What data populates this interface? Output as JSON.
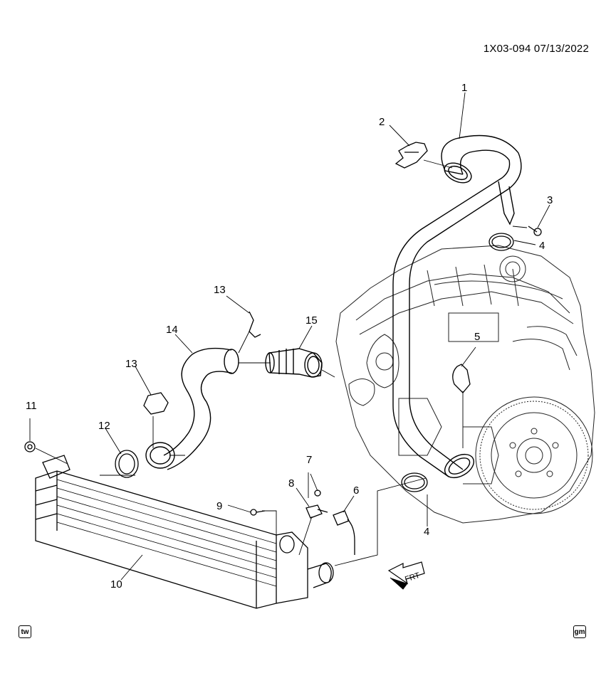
{
  "header": {
    "document_id": "1X03-094",
    "date": "07/13/2022"
  },
  "callouts": [
    {
      "id": "c1",
      "label": "1"
    },
    {
      "id": "c2",
      "label": "2"
    },
    {
      "id": "c3",
      "label": "3"
    },
    {
      "id": "c4a",
      "label": "4"
    },
    {
      "id": "c4b",
      "label": "4"
    },
    {
      "id": "c5",
      "label": "5"
    },
    {
      "id": "c6",
      "label": "6"
    },
    {
      "id": "c7",
      "label": "7"
    },
    {
      "id": "c8",
      "label": "8"
    },
    {
      "id": "c9",
      "label": "9"
    },
    {
      "id": "c10",
      "label": "10"
    },
    {
      "id": "c11",
      "label": "11"
    },
    {
      "id": "c12",
      "label": "12"
    },
    {
      "id": "c13a",
      "label": "13"
    },
    {
      "id": "c13b",
      "label": "13"
    },
    {
      "id": "c14",
      "label": "14"
    },
    {
      "id": "c15",
      "label": "15"
    }
  ],
  "direction_indicator": {
    "label": "FRT"
  },
  "footer": {
    "left_badge": "tw",
    "right_badge": "gm"
  }
}
